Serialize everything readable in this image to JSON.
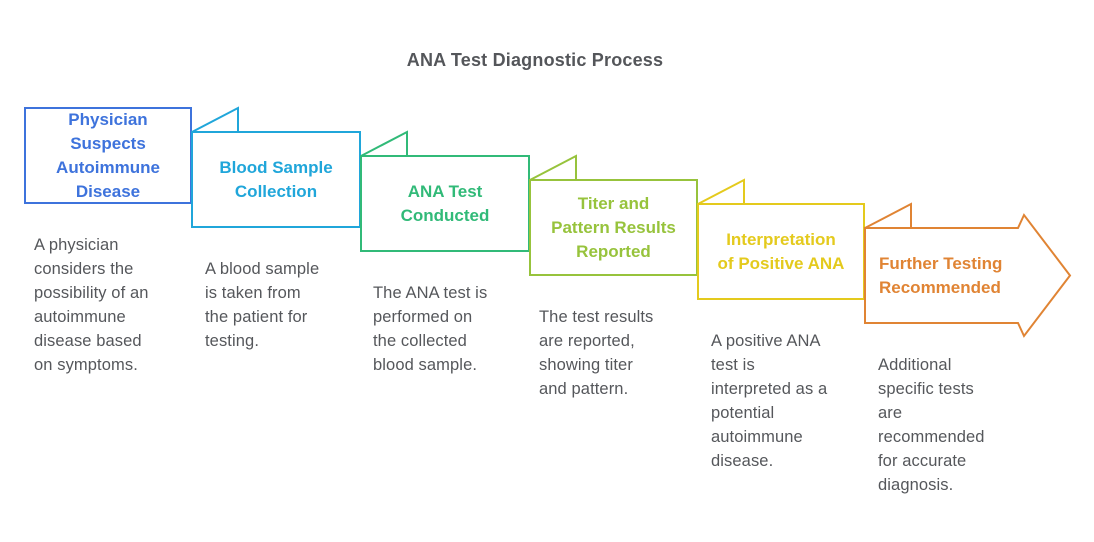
{
  "title": "ANA Test Diagnostic Process",
  "colors": {
    "heading": "#54565a",
    "body": "#55575b",
    "background": "#ffffff"
  },
  "steps": [
    {
      "label": "Physician\nSuspects\nAutoimmune\nDisease",
      "description": "A physician\nconsiders the\npossibility of an\nautoimmune\ndisease based\non symptoms.",
      "color": "#3e73dc"
    },
    {
      "label": "Blood Sample\nCollection",
      "description": "A blood sample\nis taken from\nthe patient for\ntesting.",
      "color": "#20a6da"
    },
    {
      "label": "ANA Test\nConducted",
      "description": "The ANA test is\nperformed on\nthe collected\nblood sample.",
      "color": "#31ba78"
    },
    {
      "label": "Titer and\nPattern Results\nReported",
      "description": "The test results\nare reported,\nshowing titer\nand pattern.",
      "color": "#97c33c"
    },
    {
      "label": "Interpretation\nof Positive ANA",
      "description": "A positive ANA\ntest is\ninterpreted as a\npotential\nautoimmune\ndisease.",
      "color": "#e4ca1d"
    },
    {
      "label": "Further Testing\nRecommended",
      "description": "Additional\nspecific tests\nare\nrecommended\nfor accurate\ndiagnosis.",
      "color": "#e08434"
    }
  ]
}
